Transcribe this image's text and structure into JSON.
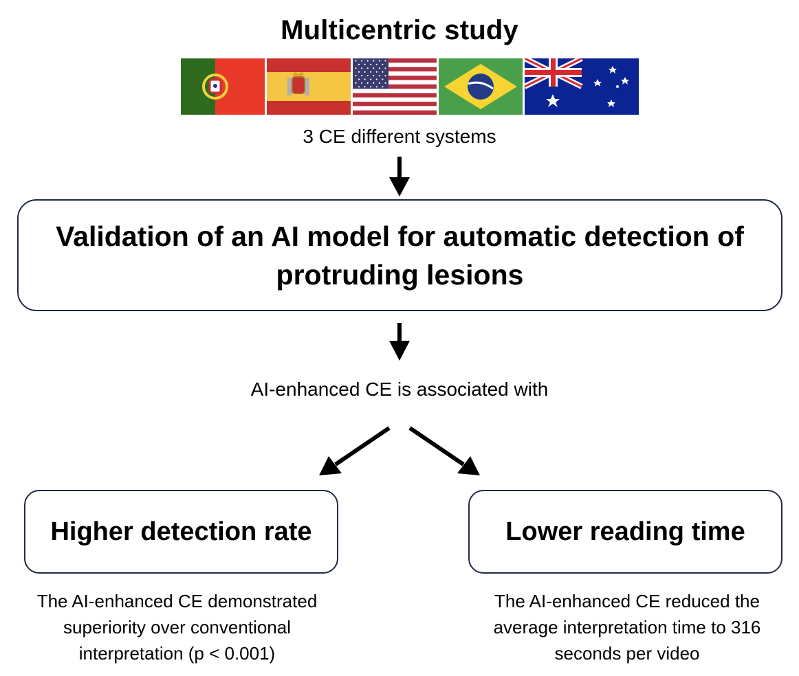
{
  "title": "Multicentric study",
  "flags": [
    {
      "name": "portugal-flag",
      "colors": {
        "green": "#2e6b1f",
        "red": "#e8392a",
        "yellow": "#f2d23c"
      }
    },
    {
      "name": "spain-flag",
      "colors": {
        "red": "#c8312d",
        "yellow": "#f5c544"
      }
    },
    {
      "name": "usa-flag",
      "colors": {
        "red": "#b8303e",
        "white": "#ffffff",
        "blue": "#3a3b6e"
      }
    },
    {
      "name": "brazil-flag",
      "colors": {
        "green": "#4aa04a",
        "yellow": "#f5d433",
        "blue": "#253a86"
      }
    },
    {
      "name": "australia-flag",
      "colors": {
        "blue": "#0a2494",
        "red": "#d8282f",
        "white": "#ffffff"
      }
    }
  ],
  "subtitle": "3 CE different systems",
  "main_box": {
    "line1": "Validation of an AI model for automatic detection of",
    "line2": "protruding lesions"
  },
  "assoc_text": "AI-enhanced CE is associated with",
  "left": {
    "heading": "Higher detection rate",
    "desc_line1": "The AI-enhanced CE demonstrated",
    "desc_line2": "superiority over conventional",
    "desc_line3": "interpretation (p < 0.001)"
  },
  "right": {
    "heading": "Lower reading time",
    "desc_line1": "The AI-enhanced CE reduced the",
    "desc_line2": "average interpretation time to 316",
    "desc_line3": "seconds per video"
  },
  "colors": {
    "box_border": "#1f2a44",
    "arrow": "#000000"
  }
}
